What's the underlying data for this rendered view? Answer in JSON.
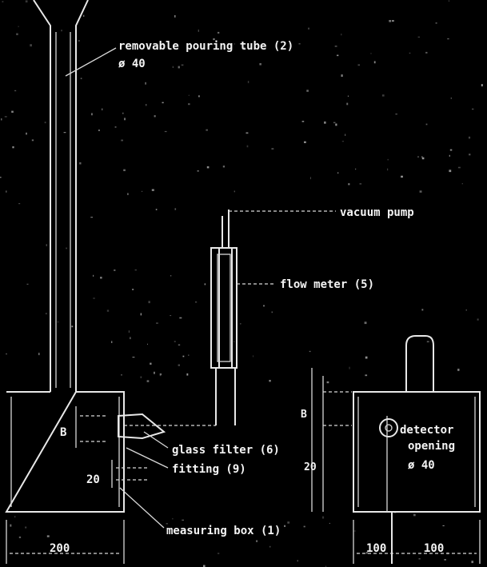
{
  "labels": {
    "pouring_tube": "removable pouring tube (2)",
    "pouring_tube_dia": "ø 40",
    "vacuum_pump": "vacuum pump",
    "flow_meter": "flow meter (5)",
    "glass_filter": "glass filter (6)",
    "fitting": "fitting (9)",
    "measuring_box": "measuring box (1)",
    "detector_opening": "detector",
    "detector_opening_2": "opening",
    "detector_opening_dia": "ø 40",
    "dim_b": "B",
    "dim_20": "20",
    "dim_200": "200",
    "dim_100a": "100",
    "dim_100b": "100",
    "dim_side_20": "20",
    "dim_side_b": "B"
  }
}
